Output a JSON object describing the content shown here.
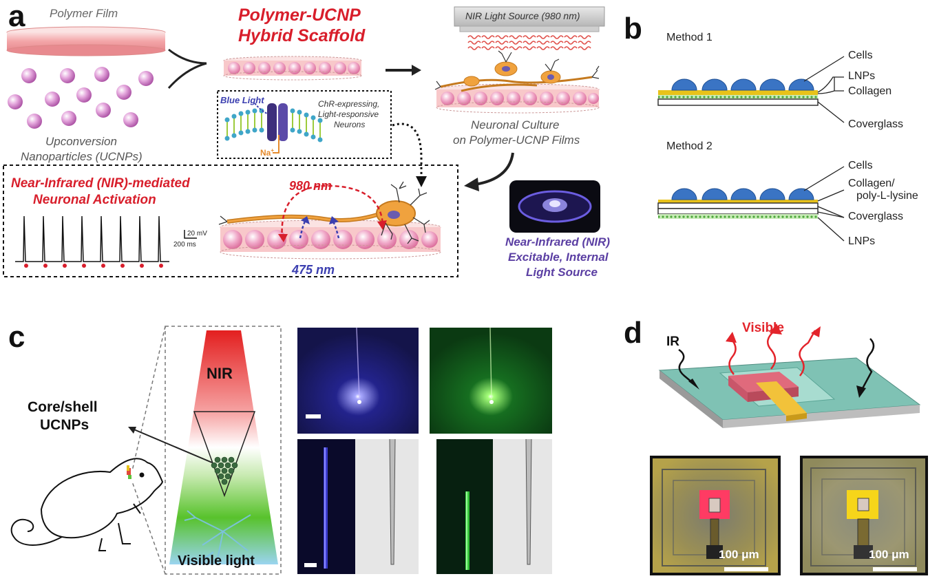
{
  "panel_letters": {
    "a": "a",
    "b": "b",
    "c": "c",
    "d": "d"
  },
  "panel_a": {
    "polymer_film": "Polymer Film",
    "ucnps_line1": "Upconversion",
    "ucnps_line2": "Nanoparticles (UCNPs)",
    "scaffold_line1": "Polymer-UCNP",
    "scaffold_line2": "Hybrid Scaffold",
    "nir_source": "NIR Light Source (980 nm)",
    "blue_light": "Blue Light",
    "chr_line1": "ChR-expressing,",
    "chr_line2": "Light-responsive",
    "chr_line3": "Neurons",
    "na": "Na",
    "na_sup": "+",
    "culture_line1": "Neuronal Culture",
    "culture_line2": "on Polymer-UCNP Films",
    "activation_line1": "Near-Infrared (NIR)-mediated",
    "activation_line2": "Neuronal Activation",
    "scale_mv": "20 mV",
    "scale_ms": "200 ms",
    "wl_980": "980 nm",
    "wl_475": "475 nm",
    "internal_line1": "Near-Infrared (NIR)",
    "internal_line2": "Excitable, Internal",
    "internal_line3": "Light Source"
  },
  "panel_b": {
    "method1": "Method 1",
    "method2": "Method 2",
    "m1_labels": [
      "Cells",
      "LNPs",
      "Collagen",
      "Coverglass"
    ],
    "m2_labels": [
      "Cells",
      "Collagen/",
      "poly-L-lysine",
      "Coverglass",
      "LNPs"
    ]
  },
  "panel_c": {
    "nir": "NIR",
    "core_shell_line1": "Core/shell",
    "core_shell_line2": "UCNPs",
    "visible_light": "Visible light"
  },
  "panel_d": {
    "ir": "IR",
    "visible": "Visible",
    "scale_left": "100 μm",
    "scale_right": "100 μm"
  },
  "colors": {
    "accent_red": "#d81e2b",
    "accent_purple": "#5b3fa3",
    "cell_blue": "#3a74c4",
    "lnp_green": "#8fd07a",
    "collagen_yellow": "#e8c21a",
    "teal_substrate": "#6fb8a8"
  }
}
